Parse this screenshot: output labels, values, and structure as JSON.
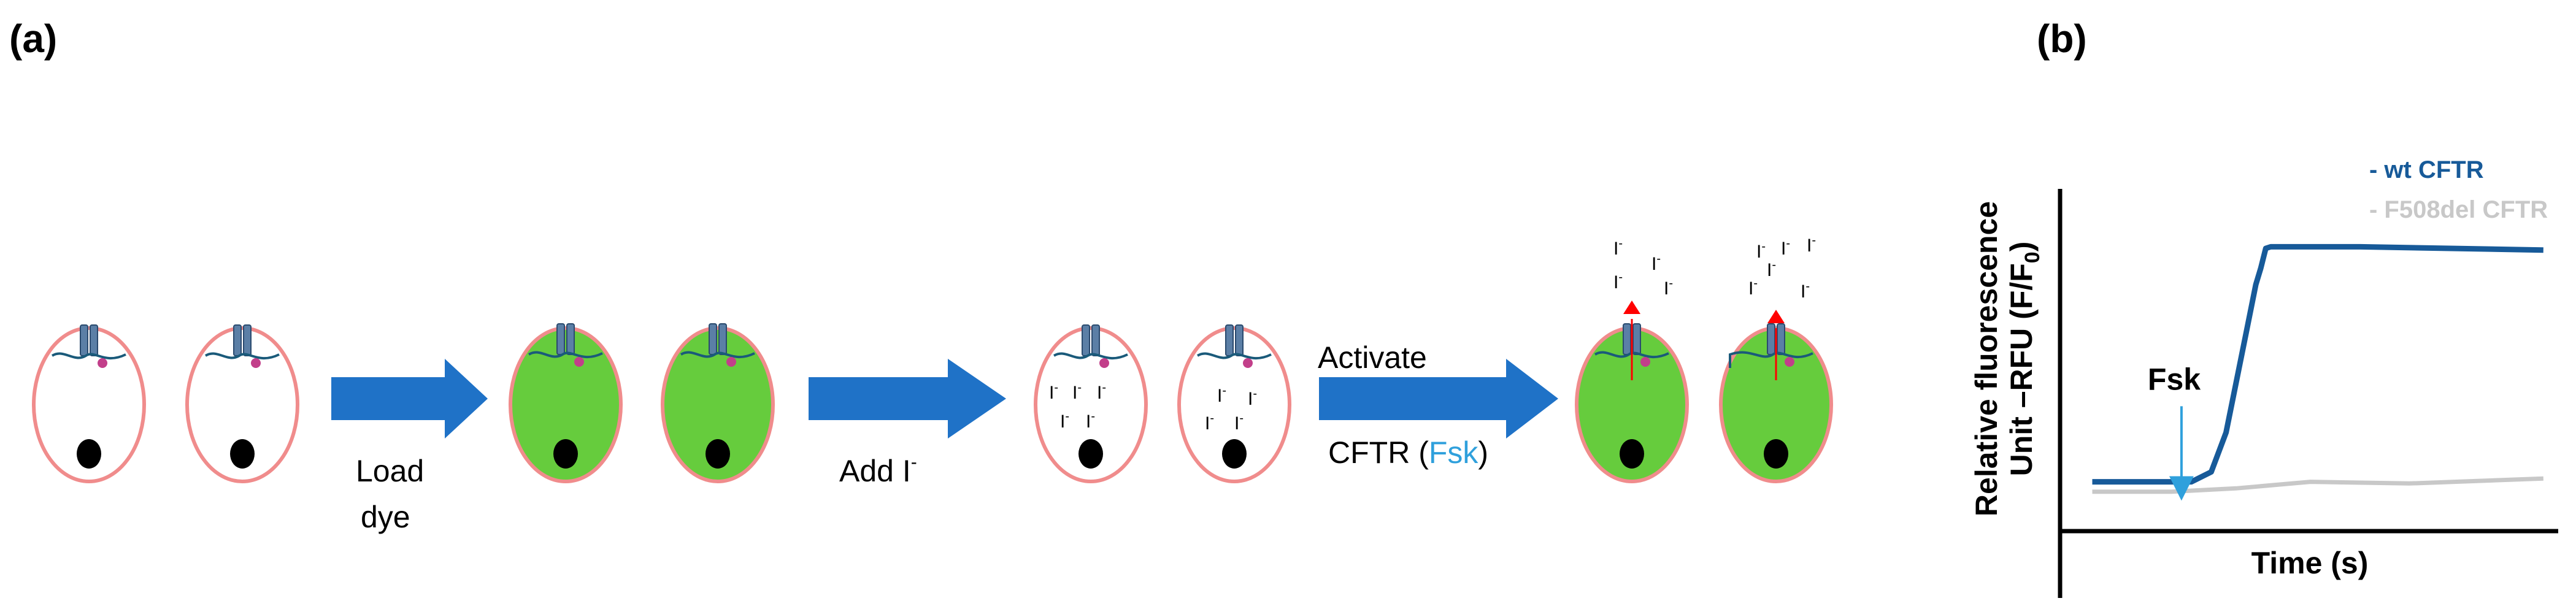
{
  "panels": {
    "a": "(a)",
    "b": "(b)"
  },
  "steps": {
    "load_line1": "Load",
    "load_line2": "dye",
    "add_iodide": "Add I",
    "iodide_superscript": "-",
    "activate_line1": "Activate",
    "activate_prefix": "CFTR (",
    "activate_drug": "Fsk",
    "activate_suffix": ")"
  },
  "ion_label": "I",
  "ion_charge": "-",
  "colors": {
    "cell_outline": "#f08c8c",
    "dye_fill": "#66cc3d",
    "arrow_fill": "#1f72c7",
    "channel_fill": "#5b7fa6",
    "wt_line": "#175a99",
    "f508del_line": "#c8c8c8",
    "fsk_text": "#2fa0dc",
    "efflux_arrow": "#ff0000"
  },
  "chart_data": {
    "type": "line",
    "xlabel": "Time (s)",
    "ylabel_line1": "Relative fluorescence",
    "ylabel_line2_prefix": "Unit –RFU  (F/F",
    "ylabel_line2_subscript": "0",
    "ylabel_line2_suffix": ")",
    "annotation": "Fsk",
    "annotation_x": 0.24,
    "series": [
      {
        "name": "- wt CFTR",
        "color": "#175a99",
        "points": [
          [
            0.06,
            0.15
          ],
          [
            0.26,
            0.15
          ],
          [
            0.3,
            0.18
          ],
          [
            0.33,
            0.3
          ],
          [
            0.35,
            0.45
          ],
          [
            0.37,
            0.6
          ],
          [
            0.39,
            0.75
          ],
          [
            0.4,
            0.8
          ],
          [
            0.41,
            0.86
          ],
          [
            0.42,
            0.865
          ],
          [
            0.6,
            0.865
          ],
          [
            0.97,
            0.855
          ]
        ]
      },
      {
        "name": "- F508del CFTR",
        "color": "#c8c8c8",
        "points": [
          [
            0.06,
            0.12
          ],
          [
            0.22,
            0.12
          ],
          [
            0.35,
            0.13
          ],
          [
            0.5,
            0.15
          ],
          [
            0.7,
            0.145
          ],
          [
            0.97,
            0.16
          ]
        ]
      }
    ]
  }
}
